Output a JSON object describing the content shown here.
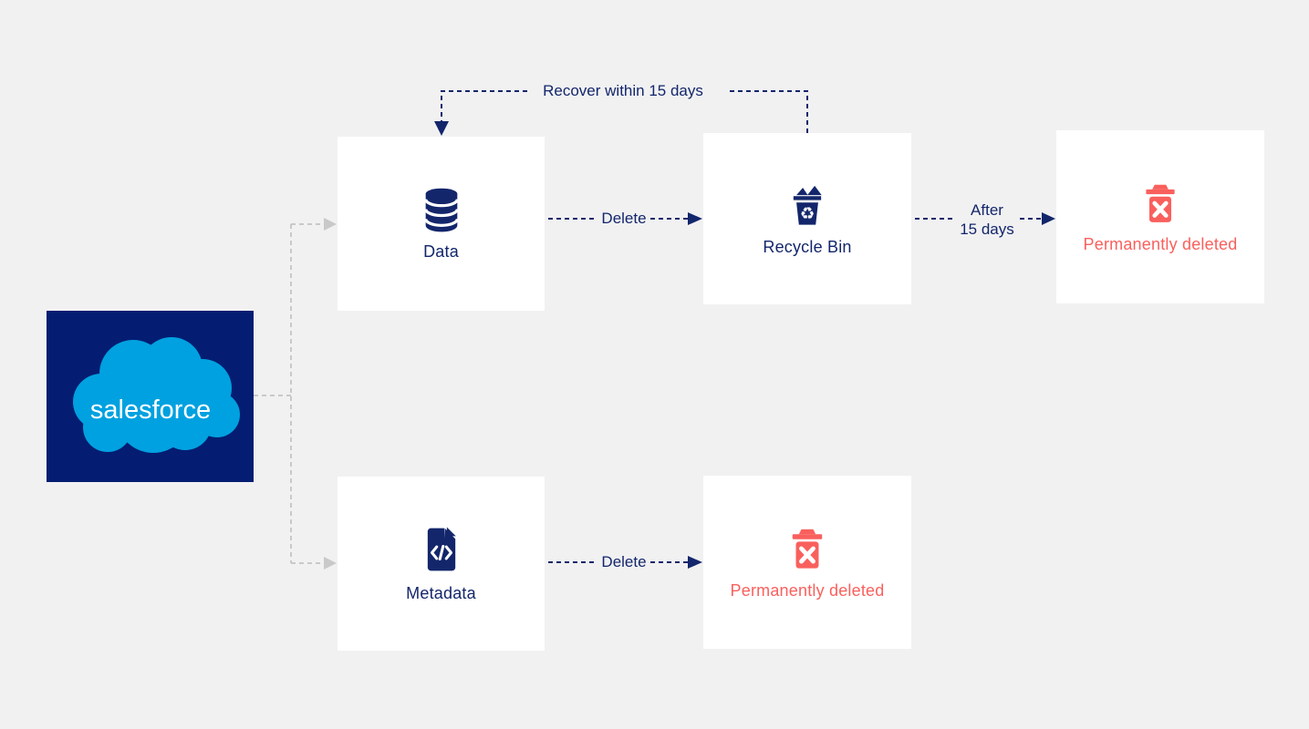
{
  "diagram": {
    "title_hint": "Salesforce data vs metadata deletion flow",
    "colors": {
      "background": "#f1f1f2",
      "node_background": "#ffffff",
      "navy": "#13266b",
      "logo_navy": "#041d72",
      "cloud_blue": "#00a1e0",
      "coral": "#f9605d",
      "connector_gray": "#c9c9c9"
    }
  },
  "logo": {
    "brand": "salesforce",
    "icon": "salesforce-cloud-icon"
  },
  "nodes": {
    "data": {
      "label": "Data",
      "icon": "database-icon"
    },
    "recycle_bin": {
      "label": "Recycle Bin",
      "icon": "recycle-bin-icon"
    },
    "permanently_deleted_top": {
      "label": "Permanently deleted",
      "icon": "trash-x-icon"
    },
    "metadata": {
      "label": "Metadata",
      "icon": "code-file-icon"
    },
    "permanently_deleted_bottom": {
      "label": "Permanently deleted",
      "icon": "trash-x-icon"
    }
  },
  "connectors": {
    "recover": {
      "label": "Recover within 15 days",
      "from": "Recycle Bin",
      "to": "Data",
      "style": "dashed-navy"
    },
    "delete_top": {
      "label": "Delete",
      "from": "Data",
      "to": "Recycle Bin",
      "style": "dashed-navy"
    },
    "after_15_days": {
      "label": "After\n15 days",
      "from": "Recycle Bin",
      "to": "Permanently deleted",
      "style": "dashed-navy"
    },
    "delete_bottom": {
      "label": "Delete",
      "from": "Metadata",
      "to": "Permanently deleted",
      "style": "dashed-navy"
    },
    "branch": {
      "label": "",
      "from": "salesforce",
      "to": "Data / Metadata",
      "style": "dashed-gray"
    }
  }
}
